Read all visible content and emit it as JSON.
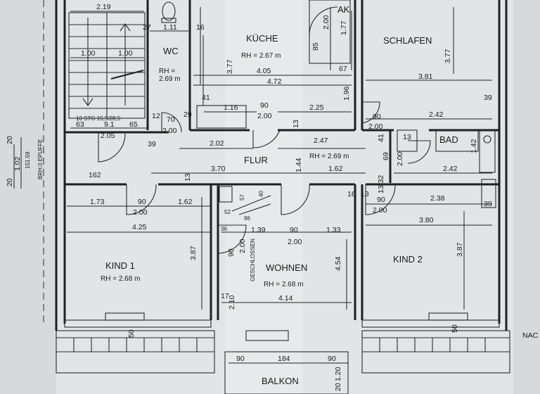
{
  "rooms": {
    "kueche": {
      "name": "KÜCHE",
      "rh": "RH = 2.67 m"
    },
    "wc": {
      "name": "WC",
      "rh_label": "RH =",
      "rh_value": "2.69 m"
    },
    "schlafen": {
      "name": "SCHLAFEN"
    },
    "ak": {
      "name": "AK"
    },
    "bad": {
      "name": "BAD"
    },
    "flur": {
      "name": "FLUR",
      "rh": "RH = 2.69 m"
    },
    "kind1": {
      "name": "KIND 1",
      "rh": "RH = 2.68 m"
    },
    "kind2": {
      "name": "KIND 2"
    },
    "wohnen": {
      "name": "WOHNEN",
      "rh": "RH = 2.68 m"
    },
    "balkon": {
      "name": "BALKON"
    }
  },
  "notes": {
    "stair": "10 STG 15,5/28,5",
    "brh": "BRH.0 EPUFFE",
    "geschlossen": "GESCHLOSSEN",
    "nac": "NAC"
  },
  "dimensions": {
    "d_2_19": "2.19",
    "d_27": "27",
    "d_1_11": "1.11",
    "d_16": "16",
    "d_1_00a": "1.00",
    "d_1_00b": "1.00",
    "d_3_77a": "3.77",
    "d_85": "85",
    "d_2_00a": "2.00",
    "d_1_77": "1.77",
    "d_3_77b": "3.77",
    "d_4_05": "4.05",
    "d_67": "67",
    "d_4_72": "4.72",
    "d_1_96": "1.96",
    "d_3_81": "3.81",
    "d_39a": "39",
    "d_41": "41",
    "d_1_16": "1.16",
    "d_90a": "90",
    "d_2_00b": "2.00",
    "d_2_25": "2.25",
    "d_90b": "90",
    "d_2_42a": "2.42",
    "d_12": "12",
    "d_70": "70",
    "d_29": "29",
    "d_2_00c": "2.00",
    "d_63": "63",
    "d_9_1": "9.1",
    "d_65": "65",
    "d_13a": "13",
    "d_2_00d": "2.00",
    "d_2_05": "2.05",
    "d_39b": "39",
    "d_2_02": "2.02",
    "d_2_47": "2.47",
    "d_41b": "41",
    "d_13b": "13",
    "d_1_42": "1.42",
    "d_1_02": "1.02",
    "d_20a": "20",
    "d_20b": "20",
    "d_151": "151.59",
    "d_162": "162",
    "d_3_70": "3.70",
    "d_1_44": "1.44",
    "d_1_62a": "1.62",
    "d_2_00e": "2.00",
    "d_69": "69",
    "d_2_42b": "2.42",
    "d_13c": "13",
    "d_1_73": "1.73",
    "d_90c": "90",
    "d_1_62b": "1.62",
    "d_57": "57",
    "d_40": "40",
    "d_16b": "16",
    "d_13d": "13",
    "d_13_32": "13.32",
    "d_2_38": "2.38",
    "d_2_00f": "2.00",
    "d_52": "52",
    "d_96": "96",
    "d_90d": "90",
    "d_2_00g": "2.00",
    "d_4_25": "4.25",
    "d_1_39": "1.39",
    "d_90e": "90",
    "d_1_33": "1.33",
    "d_3_80": "3.80",
    "d_39c": "39",
    "d_36": "36",
    "d_2_00h": "2.00",
    "d_3_87a": "3.87",
    "d_90f": "90",
    "d_2_00i": "2.00",
    "d_4_54": "4.54",
    "d_3_87b": "3.87",
    "d_17": "17",
    "d_2_10": "2.10",
    "d_4_14": "4.14",
    "d_50a": "50",
    "d_50b": "50",
    "d_90g": "90",
    "d_184": "184",
    "d_90h": "90",
    "d_1_20": "1.20",
    "d_20c": "20"
  }
}
